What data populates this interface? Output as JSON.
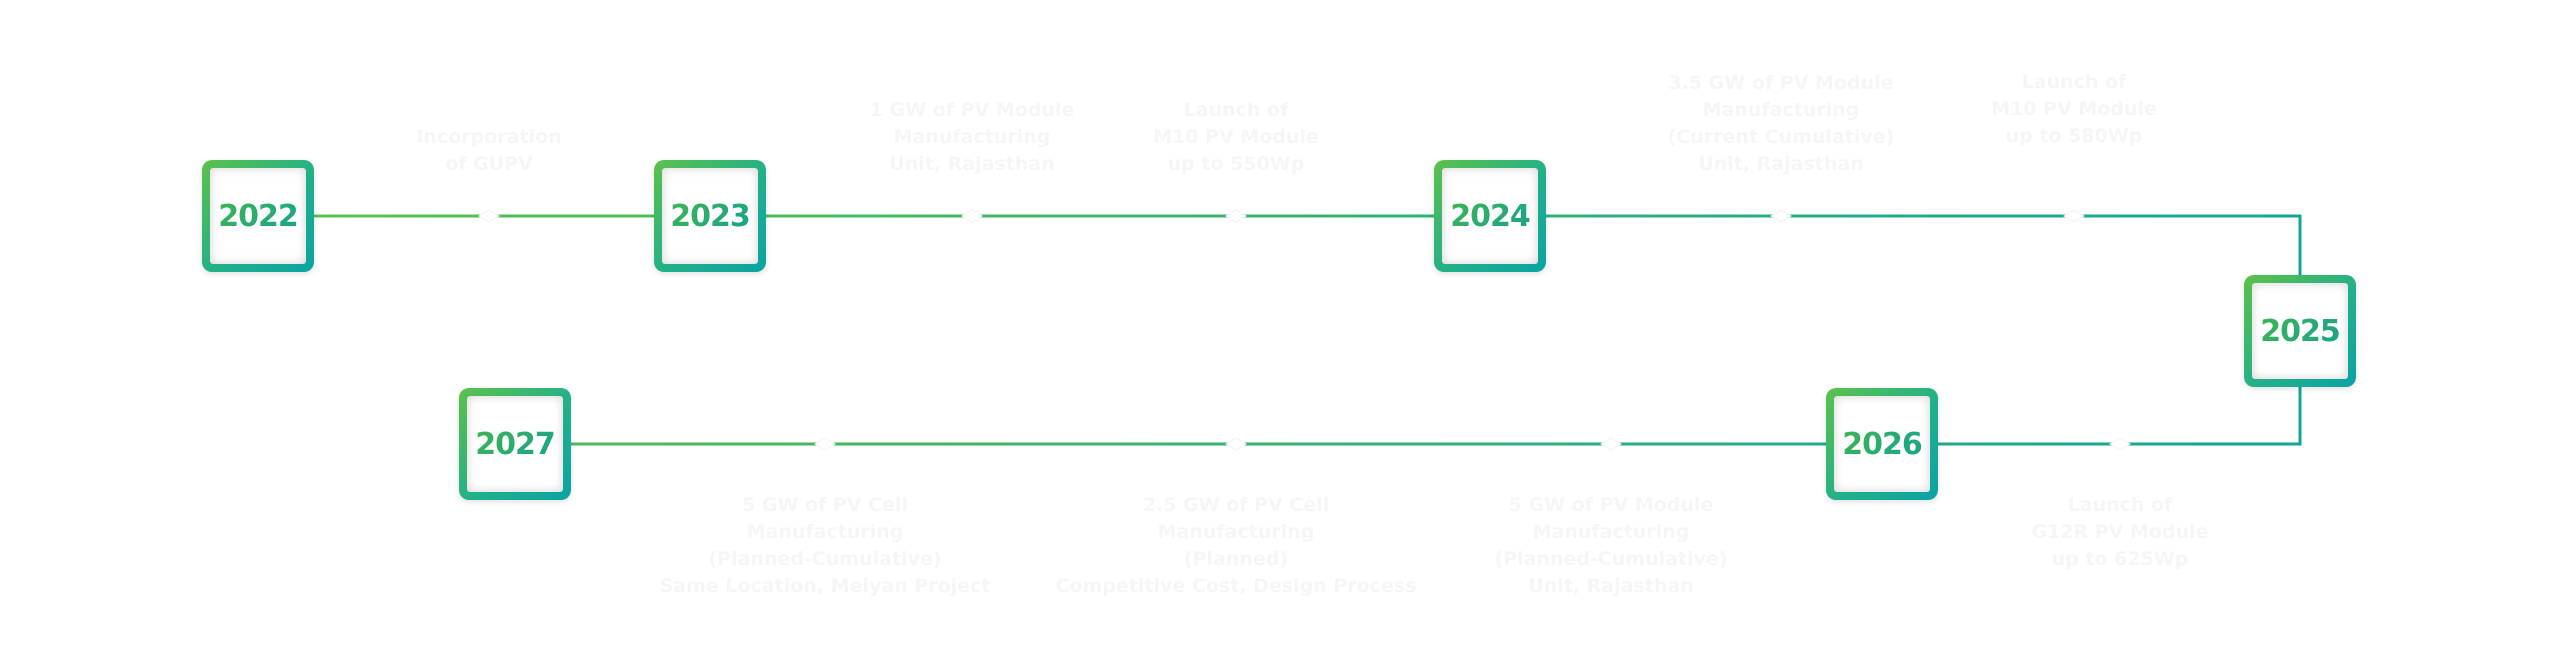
{
  "diagram": {
    "type": "timeline",
    "colors": {
      "gradient_start": "#5cc14a",
      "gradient_end": "#0aa3a3",
      "line": "#20ab86",
      "event_text": "#f6f6f6"
    },
    "years": [
      {
        "label": "2022"
      },
      {
        "label": "2023"
      },
      {
        "label": "2024"
      },
      {
        "label": "2025"
      },
      {
        "label": "2026"
      },
      {
        "label": "2027"
      }
    ],
    "events": [
      {
        "text": "Incorporation\nof GUPV"
      },
      {
        "text": "1 GW of PV Module\nManufacturing\nUnit, Rajasthan"
      },
      {
        "text": "Launch of\nM10 PV Module\nup to 550Wp"
      },
      {
        "text": "3.5 GW of PV Module\nManufacturing\n(Current Cumulative)\nUnit, Rajasthan"
      },
      {
        "text": "Launch of\nM10 PV Module\nup to 580Wp"
      },
      {
        "text": "Launch of\nG12R PV Module\nup to 625Wp"
      },
      {
        "text": "5 GW of PV Module\nManufacturing\n(Planned-Cumulative)\nUnit, Rajasthan"
      },
      {
        "text": "2.5 GW of PV Cell\nManufacturing\n(Planned)\nCompetitive Cost, Design Process"
      },
      {
        "text": "5 GW of PV Cell\nManufacturing\n(Planned-Cumulative)\nSame Location, Meiyan Project"
      }
    ]
  }
}
